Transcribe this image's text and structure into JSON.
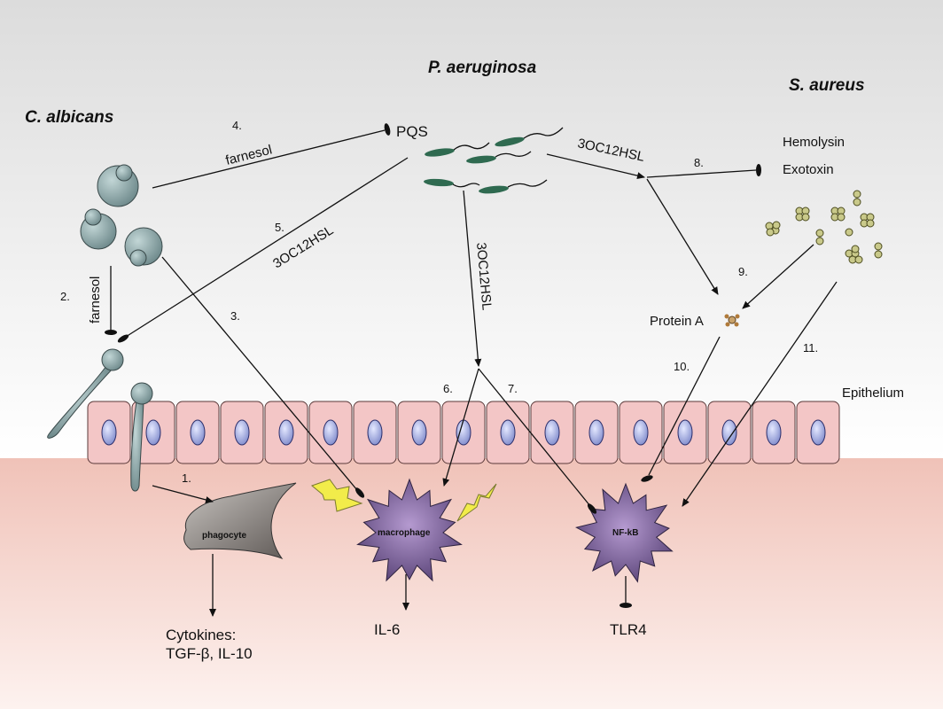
{
  "species": {
    "c_albicans": "C. albicans",
    "p_aeruginosa": "P. aeruginosa",
    "s_aureus": "S. aureus"
  },
  "molecules": {
    "pqs": "PQS",
    "farnesol_top": "farnesol",
    "farnesol_side": "farnesol",
    "hsl_5": "3OC12HSL",
    "hsl_mid": "3OC12HSL",
    "hsl_right": "3OC12HSL",
    "hemolysin": "Hemolysin",
    "exotoxin": "Exotoxin",
    "protein_a": "Protein A"
  },
  "steps": [
    "1.",
    "2.",
    "3.",
    "4.",
    "5.",
    "6.",
    "7.",
    "8.",
    "9.",
    "10.",
    "11."
  ],
  "tissue": {
    "epithelium": "Epithelium"
  },
  "cells": {
    "phagocyte": "phagocyte",
    "macrophage": "macrophage",
    "nfkb": "NF-kB"
  },
  "outputs": {
    "cytokines_line1": "Cytokines:",
    "cytokines_line2": "TGF-β, IL-10",
    "il6": "IL-6",
    "tlr4": "TLR4"
  },
  "colors": {
    "bacteria": "#2f6a50",
    "yeast": "#8fa8aa",
    "epithelial_cell": "#f3c6c6",
    "nucleus": "#a5aee0",
    "immune_cell": "#7a5f95",
    "staph": "#c9c98a",
    "bolt": "#f2ec4a"
  }
}
